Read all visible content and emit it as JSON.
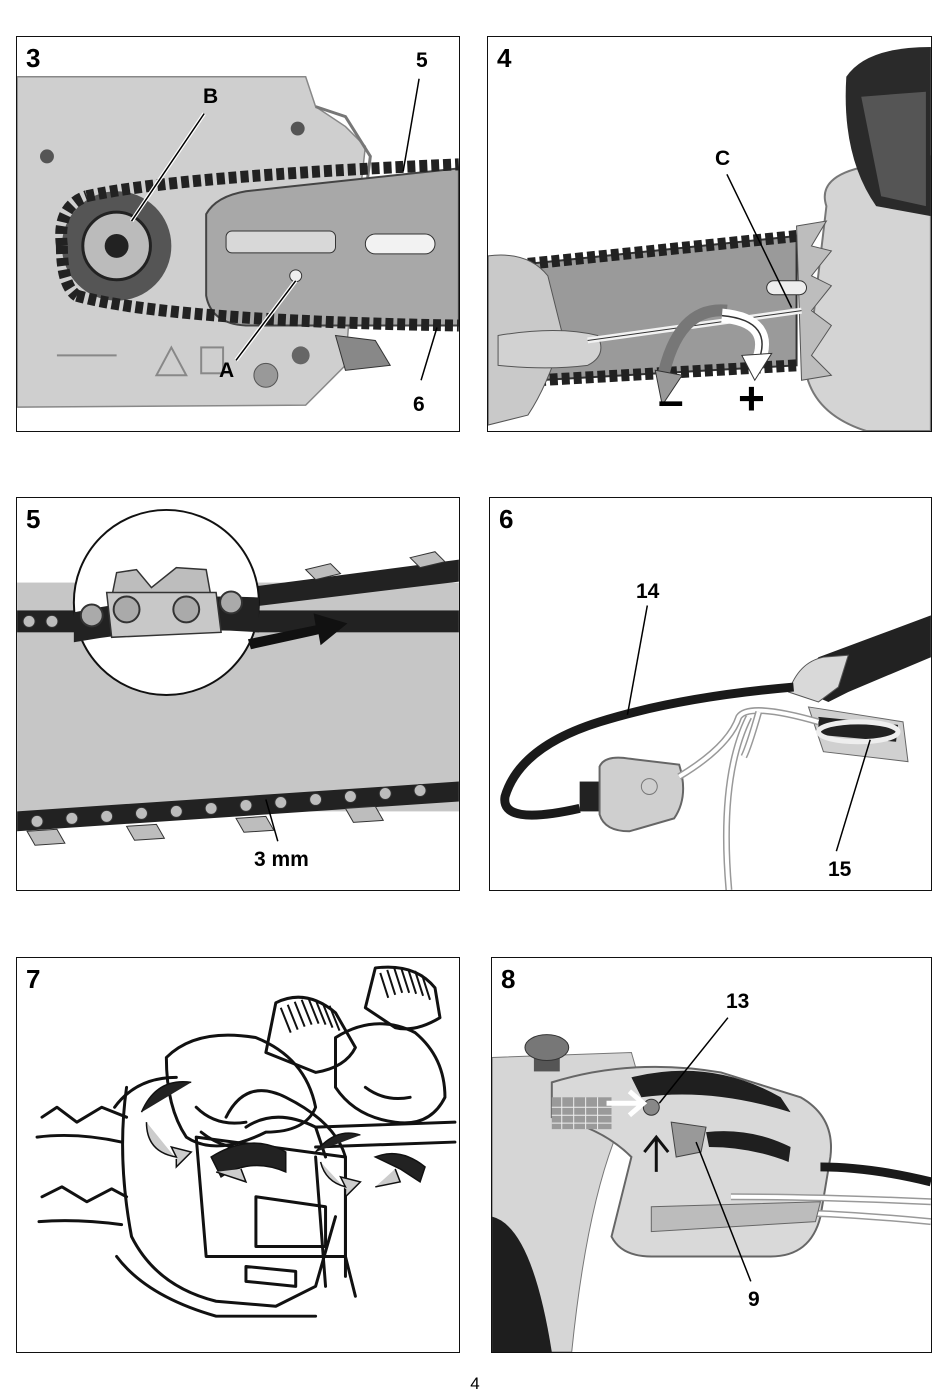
{
  "panels": [
    {
      "number": "3",
      "labels": {
        "a": "A",
        "b": "B",
        "five": "5",
        "six": "6"
      }
    },
    {
      "number": "4",
      "labels": {
        "c": "C",
        "minus": "–",
        "plus": "+"
      }
    },
    {
      "number": "5",
      "labels": {
        "gap": "3 mm"
      }
    },
    {
      "number": "6",
      "labels": {
        "fourteen": "14",
        "fifteen": "15"
      }
    },
    {
      "number": "7",
      "labels": {}
    },
    {
      "number": "8",
      "labels": {
        "thirteen": "13",
        "nine": "9"
      }
    }
  ],
  "page_number": "4"
}
